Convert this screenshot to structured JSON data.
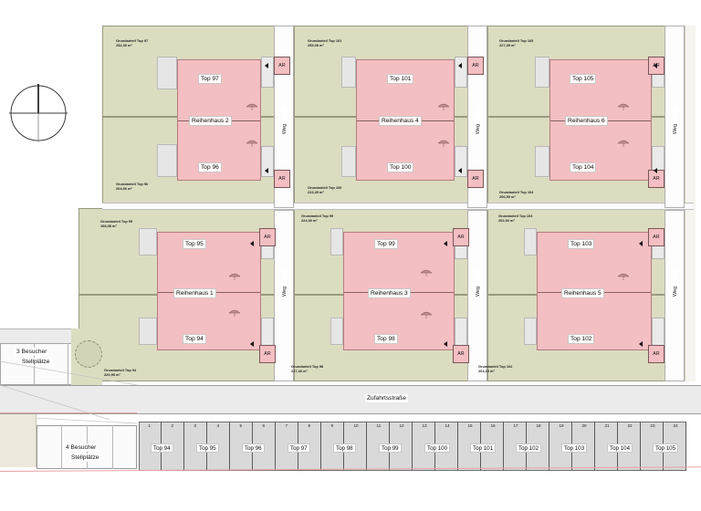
{
  "plan": {
    "street_label": "Zufahrtsstraße",
    "path_label": "Weg",
    "ar_label": "AR",
    "area_unit": "m²",
    "compass_name": "north-arrow"
  },
  "rows": {
    "top": [
      {
        "terrace_house": "Reihenhaus 2",
        "unit_upper": "Top 97",
        "unit_lower": "Top 96",
        "parcel_upper_label": "Grundanteil Top 97",
        "parcel_upper_area": "252,30 m²",
        "parcel_lower_label": "Grundanteil Top 96",
        "parcel_lower_area": "204,66 m²"
      },
      {
        "terrace_house": "Reihenhaus 4",
        "unit_upper": "Top 101",
        "unit_lower": "Top 100",
        "parcel_upper_label": "Grundanteil Top 101",
        "parcel_upper_area": "255,08 m²",
        "parcel_lower_label": "Grundanteil Top 100",
        "parcel_lower_area": "223,45 m²"
      },
      {
        "terrace_house": "Reihenhaus 6",
        "unit_upper": "Top 105",
        "unit_lower": "Top 104",
        "parcel_upper_label": "Grundanteil Top 105",
        "parcel_upper_area": "227,35 m²",
        "parcel_lower_label": "Grundanteil Top 104",
        "parcel_lower_area": "206,50 m²"
      }
    ],
    "bottom": [
      {
        "terrace_house": "Reihenhaus 1",
        "unit_upper": "Top 95",
        "unit_lower": "Top 94",
        "parcel_upper_label": "Grundanteil Top 95",
        "parcel_upper_area": "168,38 m²",
        "parcel_lower_label": "Grundanteil Top 94",
        "parcel_lower_area": "220,95 m²"
      },
      {
        "terrace_house": "Reihenhaus 3",
        "unit_upper": "Top 99",
        "unit_lower": "Top 98",
        "parcel_upper_label": "Grundanteil Top 99",
        "parcel_upper_area": "224,30 m²",
        "parcel_lower_label": "Grundanteil Top 98",
        "parcel_lower_area": "217,40 m²"
      },
      {
        "terrace_house": "Reihenhaus 5",
        "unit_upper": "Top 103",
        "unit_lower": "Top 102",
        "parcel_upper_label": "Grundanteil Top 103",
        "parcel_upper_area": "202,92 m²",
        "parcel_lower_label": "Grundanteil Top 102",
        "parcel_lower_area": "203,15 m²"
      }
    ]
  },
  "visitor_parking": {
    "upper": "3 Besucher\nStellplätze",
    "upper_line1": "3 Besucher",
    "upper_line2": "Stellplätze",
    "lower_line1": "4 Besucher",
    "lower_line2": "Stellplätze"
  },
  "parking_row": {
    "numbers": [
      "1",
      "2",
      "3",
      "4",
      "5",
      "6",
      "7",
      "8",
      "9",
      "10",
      "11",
      "12",
      "13",
      "14",
      "15",
      "16",
      "17",
      "18",
      "19",
      "20",
      "21",
      "22",
      "23",
      "24"
    ],
    "units": [
      {
        "label": "Top 94",
        "bays": [
          "1",
          "2"
        ]
      },
      {
        "label": "Top 95",
        "bays": [
          "3",
          "4"
        ]
      },
      {
        "label": "Top 96",
        "bays": [
          "5",
          "6"
        ]
      },
      {
        "label": "Top 97",
        "bays": [
          "7",
          "8"
        ]
      },
      {
        "label": "Top 98",
        "bays": [
          "9",
          "10"
        ]
      },
      {
        "label": "Top 99",
        "bays": [
          "11",
          "12"
        ]
      },
      {
        "label": "Top 100",
        "bays": [
          "13",
          "14"
        ]
      },
      {
        "label": "Top 101",
        "bays": [
          "15",
          "16"
        ]
      },
      {
        "label": "Top 102",
        "bays": [
          "17",
          "18"
        ]
      },
      {
        "label": "Top 103",
        "bays": [
          "19",
          "20"
        ]
      },
      {
        "label": "Top 104",
        "bays": [
          "21",
          "22"
        ]
      },
      {
        "label": "Top 105",
        "bays": [
          "23",
          "24"
        ]
      }
    ]
  },
  "colors": {
    "parcel_green": "#dcdcc0",
    "house_pink": "#f4bfc2",
    "road_grey": "#ebebeb",
    "parking_grey": "#d9d9d9",
    "boundary_pink": "#e8a0a4"
  }
}
